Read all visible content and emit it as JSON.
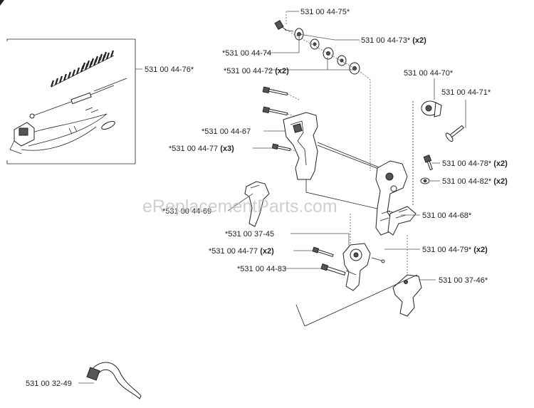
{
  "watermark": "eReplacementParts.com",
  "callouts": {
    "p75": {
      "label": "531 00 44-75*",
      "qty": ""
    },
    "p73": {
      "label": "531 00 44-73*",
      "qty": "(x2)"
    },
    "p74": {
      "label": "*531 00 44-74",
      "qty": ""
    },
    "p72": {
      "label": "*531 00 44-72",
      "qty": "(x2)"
    },
    "p76": {
      "label": "531 00 44-76*",
      "qty": ""
    },
    "p70": {
      "label": "531 00 44-70*",
      "qty": ""
    },
    "p71": {
      "label": "531 00 44-71*",
      "qty": ""
    },
    "p67": {
      "label": "*531 00 44-67",
      "qty": ""
    },
    "p77a": {
      "label": "*531 00 44-77",
      "qty": "(x3)"
    },
    "p78": {
      "label": "531 00 44-78*",
      "qty": "(x2)"
    },
    "p82": {
      "label": "531 00 44-82*",
      "qty": "(x2)"
    },
    "p69": {
      "label": "*531 00 44-69",
      "qty": ""
    },
    "p68": {
      "label": "531 00 44-68*",
      "qty": ""
    },
    "p3745": {
      "label": "*531 00 37-45",
      "qty": ""
    },
    "p77b": {
      "label": "*531 00 44-77",
      "qty": "(x2)"
    },
    "p79": {
      "label": "531 00 44-79*",
      "qty": "(x2)"
    },
    "p83": {
      "label": "*531 00 44-83",
      "qty": ""
    },
    "p3746": {
      "label": "531 00 37-46*",
      "qty": ""
    },
    "p3249": {
      "label": "531 00 32-49",
      "qty": ""
    }
  }
}
